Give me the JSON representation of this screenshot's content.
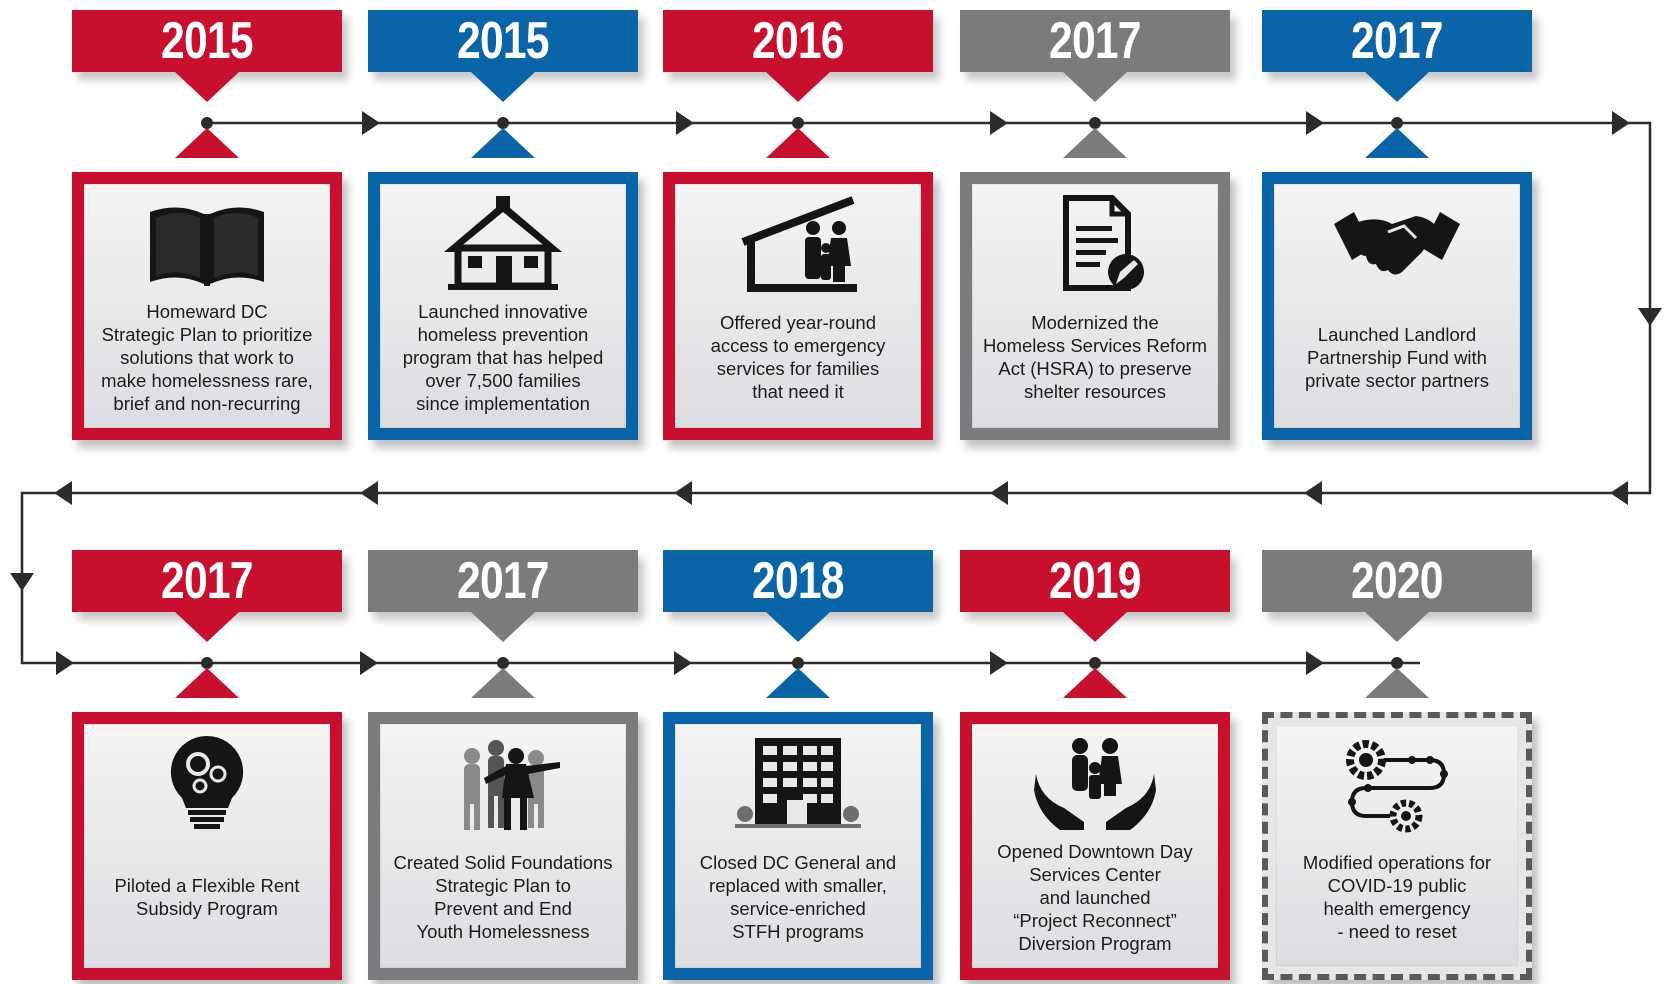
{
  "colors": {
    "red": "#c8102e",
    "blue": "#0a64a8",
    "gray": "#7a7b7d",
    "line": "#2b2b2b"
  },
  "milestones": [
    {
      "year": "2015",
      "color": "red",
      "icon": "open-book-icon",
      "text": "Homeward DC\nStrategic Plan to prioritize\nsolutions that work to\nmake homelessness rare,\nbrief and non-recurring"
    },
    {
      "year": "2015",
      "color": "blue",
      "icon": "house-icon",
      "text": "Launched innovative\nhomeless prevention\nprogram that has helped\nover 7,500 families\nsince implementation"
    },
    {
      "year": "2016",
      "color": "red",
      "icon": "family-shelter-icon",
      "text": "Offered year-round\naccess to emergency\nservices for families\nthat need it"
    },
    {
      "year": "2017",
      "color": "gray",
      "icon": "document-edit-icon",
      "text": "Modernized the\nHomeless Services Reform\nAct (HSRA) to preserve\nshelter resources"
    },
    {
      "year": "2017",
      "color": "blue",
      "icon": "handshake-icon",
      "text": "Launched Landlord\nPartnership Fund with\nprivate sector partners"
    },
    {
      "year": "2017",
      "color": "red",
      "icon": "lightbulb-gears-icon",
      "text": "Piloted a Flexible Rent\nSubsidy Program"
    },
    {
      "year": "2017",
      "color": "gray",
      "icon": "youth-group-icon",
      "text": "Created Solid Foundations\nStrategic Plan to\nPrevent and End\nYouth Homelessness"
    },
    {
      "year": "2018",
      "color": "blue",
      "icon": "apartment-building-icon",
      "text": "Closed DC General and\nreplaced with smaller,\nservice-enriched\nSTFH programs"
    },
    {
      "year": "2019",
      "color": "red",
      "icon": "hands-family-icon",
      "text": "Opened Downtown Day\nServices Center\nand launched\n“Project Reconnect”\nDiversion Program"
    },
    {
      "year": "2020",
      "color": "gray",
      "icon": "process-gears-icon",
      "text": "Modified operations for\nCOVID-19 public\nhealth emergency\n- need to reset",
      "dashed": true
    }
  ]
}
